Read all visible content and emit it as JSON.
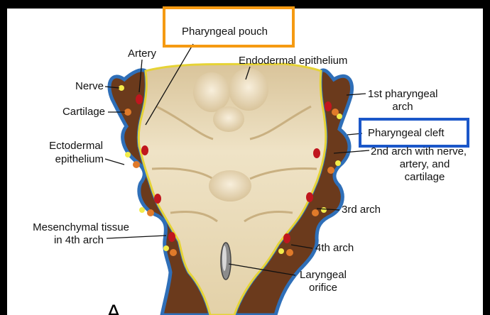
{
  "labels": {
    "pharyngeal_pouch": "Pharyngeal pouch",
    "artery": "Artery",
    "endodermal_epithelium": "Endodermal epithelium",
    "nerve": "Nerve",
    "cartilage": "Cartilage",
    "first_arch_l1": "1st pharyngeal",
    "first_arch_l2": "arch",
    "pharyngeal_cleft": "Pharyngeal cleft",
    "ectodermal_l1": "Ectodermal",
    "ectodermal_l2": "epithelium",
    "second_arch_l1": "2nd arch with nerve,",
    "second_arch_l2": "artery, and",
    "second_arch_l3": "cartilage",
    "third_arch": "3rd arch",
    "mesenchymal_l1": "Mesenchymal tissue",
    "mesenchymal_l2": "in 4th arch",
    "fourth_arch": "4th arch",
    "laryngeal_l1": "Laryngeal",
    "laryngeal_l2": "orifice",
    "panel_letter": "A"
  },
  "colors": {
    "highlight_orange": "#f59a12",
    "highlight_blue": "#1b57c9",
    "mesenchyme_brown": "#6b3a1c",
    "ectoderm_blue": "#2f6fb8",
    "endoderm_yellow": "#e6d335",
    "lumen_tan": "#e8d8b4",
    "nerve_yellow": "#f3ec4a",
    "artery_red": "#c0161e",
    "cartilage_orange": "#e07a2a"
  }
}
